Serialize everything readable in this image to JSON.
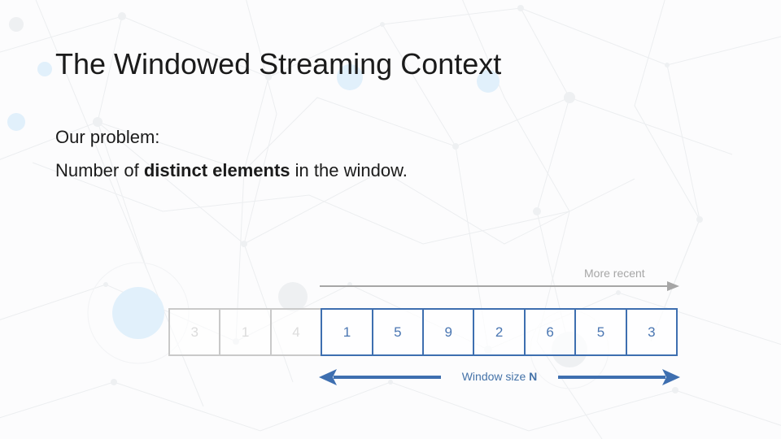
{
  "slide": {
    "title": "The Windowed Streaming Context",
    "background_color": "#fcfcfd",
    "accent_blue": "#3e6fb0",
    "muted_grey": "#c9c9c9"
  },
  "body": {
    "line1": "Our problem:",
    "line2_prefix": "Number of ",
    "line2_bold": "distinct elements",
    "line2_suffix": " in the window."
  },
  "diagram": {
    "more_recent_label": "More recent",
    "window_label_text": "Window size ",
    "window_label_bold": "N",
    "stream_cells": [
      {
        "value": "3",
        "state": "past"
      },
      {
        "value": "1",
        "state": "past"
      },
      {
        "value": "4",
        "state": "past"
      },
      {
        "value": "1",
        "state": "window"
      },
      {
        "value": "5",
        "state": "window"
      },
      {
        "value": "9",
        "state": "window"
      },
      {
        "value": "2",
        "state": "window"
      },
      {
        "value": "6",
        "state": "window"
      },
      {
        "value": "5",
        "state": "window"
      },
      {
        "value": "3",
        "state": "window"
      }
    ],
    "window_size": 7,
    "past_count": 3
  }
}
